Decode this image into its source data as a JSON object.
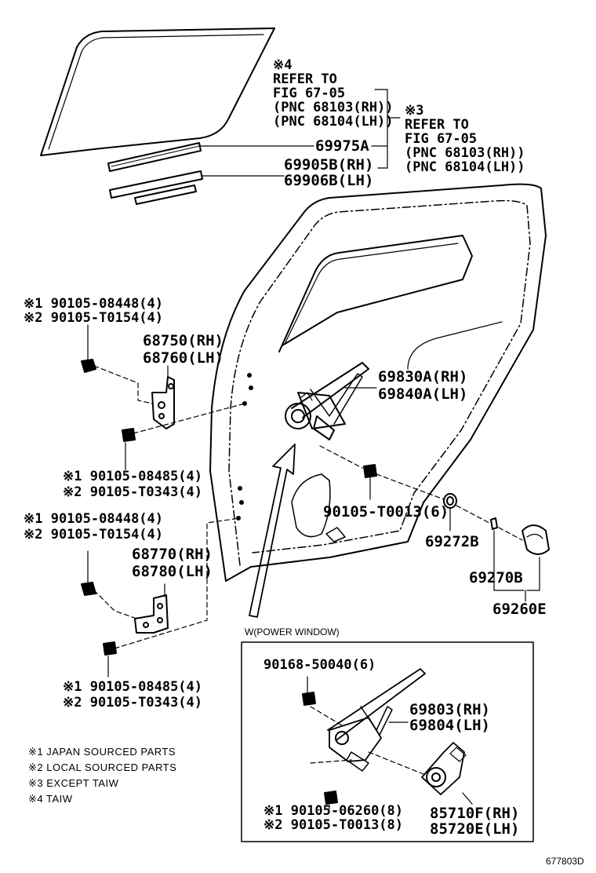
{
  "refs": {
    "ref4": [
      "※4",
      "REFER TO",
      "FIG 67-05",
      "(PNC 68103(RH))",
      "(PNC 68104(LH))"
    ],
    "ref3": [
      "※3",
      "REFER TO",
      "FIG 67-05",
      "(PNC 68103(RH))",
      "(PNC 68104(LH))"
    ]
  },
  "parts": {
    "p69975A": "69975A",
    "p69905B": "69905B(RH)",
    "p69906B": "69906B(LH)",
    "bolt_top_1": "※1 90105-08448(4)",
    "bolt_top_2": "※2 90105-T0154(4)",
    "hinge_up_rh": "68750(RH)",
    "hinge_up_lh": "68760(LH)",
    "reg_rh": "69830A(RH)",
    "reg_lh": "69840A(LH)",
    "bolt_mid_1": "※1 90105-08485(4)",
    "bolt_mid_2": "※2 90105-T0343(4)",
    "bolt_reg": "90105-T0013(6)",
    "p69272B": "69272B",
    "bolt_low_1": "※1 90105-08448(4)",
    "bolt_low_2": "※2 90105-T0154(4)",
    "hinge_lo_rh": "68770(RH)",
    "hinge_lo_lh": "68780(LH)",
    "p69270B": "69270B",
    "p69260E": "69260E",
    "bolt_bot_1": "※1 90105-08485(4)",
    "bolt_bot_2": "※2 90105-T0343(4)"
  },
  "inset": {
    "title": "W(POWER WINDOW)",
    "bolt_a": "90168-50040(6)",
    "reg_rh": "69803(RH)",
    "reg_lh": "69804(LH)",
    "bolt_b1": "※1 90105-06260(8)",
    "bolt_b2": "※2 90105-T0013(8)",
    "motor_rh": "85710F(RH)",
    "motor_lh": "85720E(LH)"
  },
  "legend": [
    "※1 JAPAN SOURCED PARTS",
    "※2 LOCAL SOURCED PARTS",
    "※3 EXCEPT TAIW",
    "※4 TAIW"
  ],
  "figure_code": "677803D"
}
